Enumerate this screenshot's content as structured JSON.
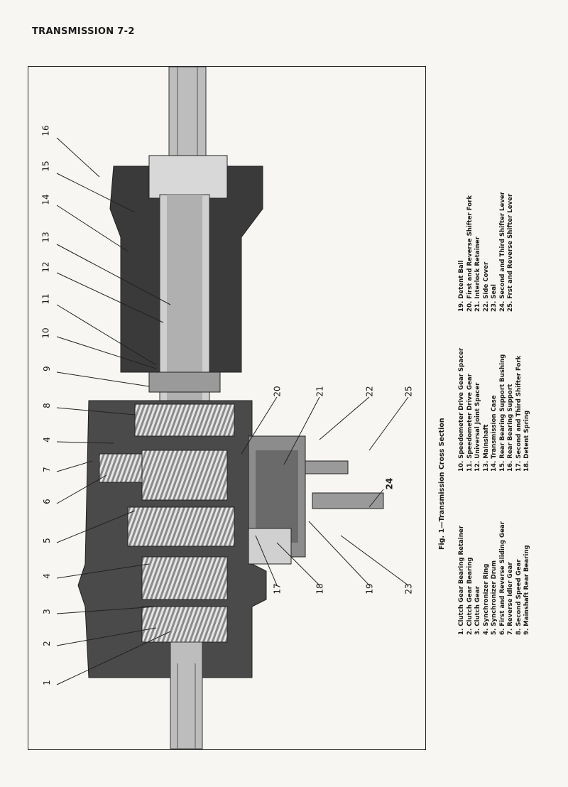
{
  "header": {
    "title": "TRANSMISSION 7-2"
  },
  "figure": {
    "caption": "Fig. 1—Transmission Cross Section",
    "callouts": [
      "16",
      "15",
      "14",
      "13",
      "12",
      "11",
      "10",
      "9",
      "8",
      "4",
      "7",
      "6",
      "5",
      "4",
      "3",
      "2",
      "1",
      "20",
      "21",
      "22",
      "25",
      "24",
      "17",
      "18",
      "19",
      "23"
    ],
    "legend_col1": [
      "1. Clutch Gear Bearing Retainer",
      "2. Clutch Gear Bearing",
      "3. Clutch Gear",
      "4. Synchronizer Ring",
      "5. Synchronizer Drum",
      "6. First and Reverse Sliding Gear",
      "7. Reverse Idler Gear",
      "8. Second Speed Gear",
      "9. Mainshaft Rear Bearing"
    ],
    "legend_col2": [
      "10. Speedometer Drive Gear Spacer",
      "11. Speedometer Drive Gear",
      "12. Universal Joint Spacer",
      "13. Mainshaft",
      "14. Transmission Case",
      "15. Rear Bearing Support Bushing",
      "16. Rear Bearing Support",
      "17. Second and Third Shifter Fork",
      "18. Detent Spring"
    ],
    "legend_col3": [
      "19. Detent Ball",
      "20. First and Reverse Shifter Fork",
      "21. Interlock Retainer",
      "22. Side Cover",
      "23. Seal",
      "24. Second and Third Shifter Lever",
      "25. Frst and Reverse Shifter Lever"
    ]
  }
}
